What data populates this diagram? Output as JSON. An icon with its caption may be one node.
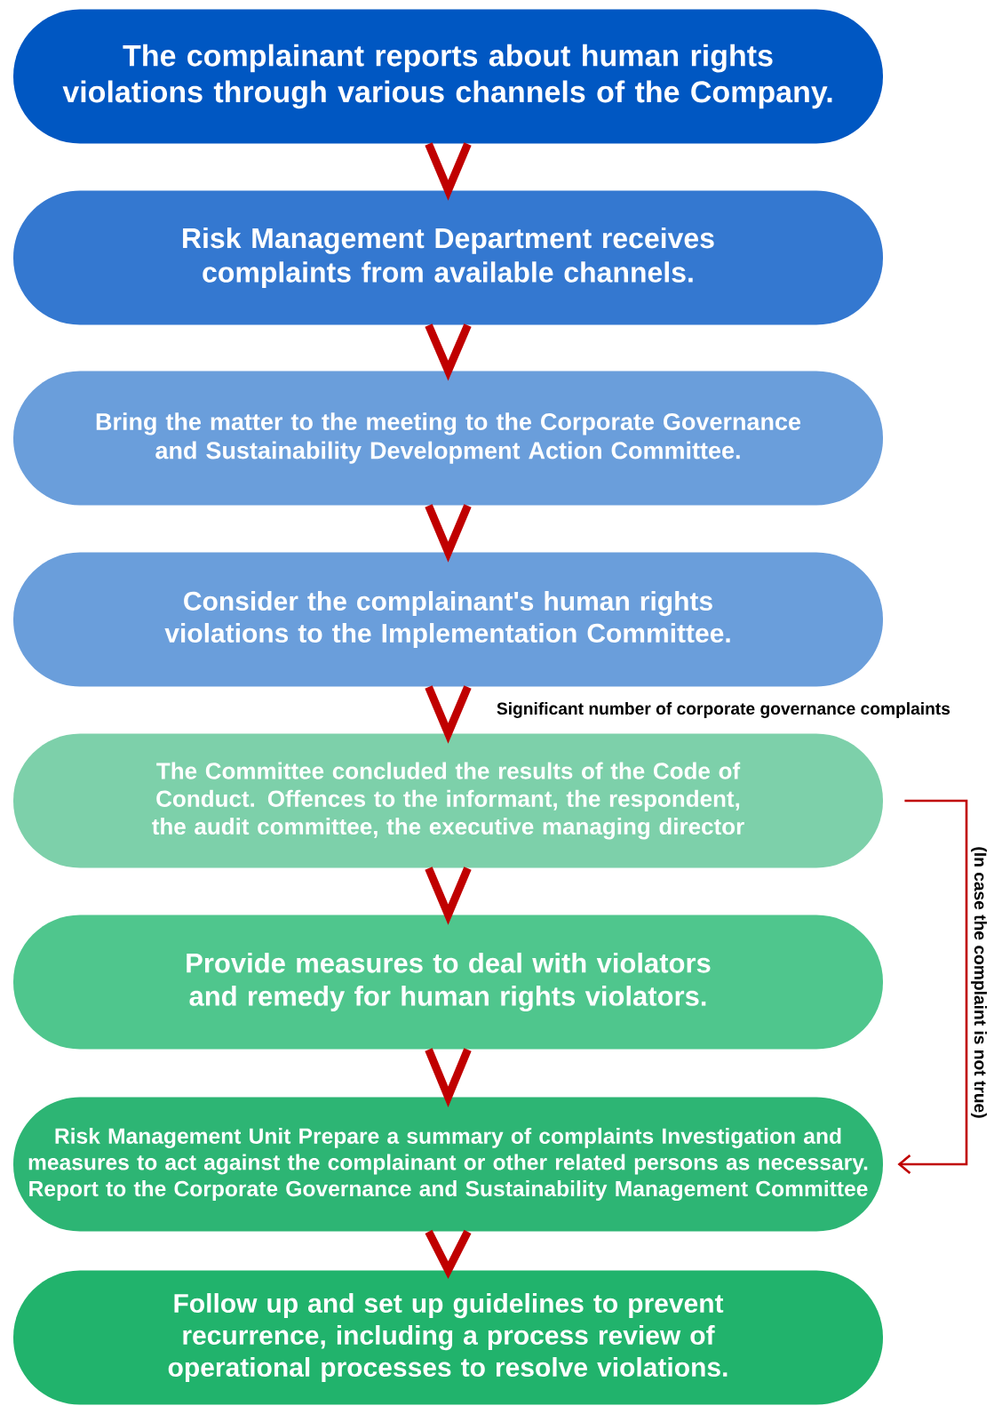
{
  "diagram": {
    "nodes": [
      {
        "text": [
          "The complainant reports about human rights violations through various channels of the Company."
        ]
      },
      {
        "text": [
          "Risk Management Department receives complaints from available channels."
        ]
      },
      {
        "text": [
          "Bring the matter to the meeting to the Corporate Governance and Sustainability Development Action Committee."
        ]
      },
      {
        "text": [
          "Consider the complainant's human rights violations to the Implementation Committee."
        ]
      },
      {
        "text": [
          "The Committee concluded the results of the Code of Conduct. Offences to the informant, the respondent, the audit committee, the executive managing director"
        ]
      },
      {
        "text": [
          "Provide measures to deal with violators and remedy for human rights violators."
        ]
      },
      {
        "text": [
          "Risk Management Unit Prepare a summary of complaints Investigation and measures to act against the complainant or other related persons as necessary. Report to the Corporate Governance and Sustainability Management Committee"
        ]
      },
      {
        "text": [
          "Follow up and set up guidelines to prevent recurrence, including a process review of operational processes to resolve violations."
        ]
      }
    ],
    "edges": [
      {
        "from": 0,
        "to": 1,
        "arrow": "to"
      },
      {
        "from": 1,
        "to": 2,
        "arrow": "to"
      },
      {
        "from": 2,
        "to": 3,
        "arrow": "to"
      },
      {
        "from": 3,
        "to": 4,
        "arrow": "to",
        "label": "Significant number of corporate governance complaints"
      },
      {
        "from": 4,
        "to": 5,
        "arrow": "to"
      },
      {
        "from": 5,
        "to": 6,
        "arrow": "to"
      },
      {
        "from": 4,
        "to": 6,
        "arrow": "to",
        "label": "(In case the complaint is not true)"
      },
      {
        "from": 6,
        "to": 7,
        "arrow": "to"
      }
    ]
  }
}
